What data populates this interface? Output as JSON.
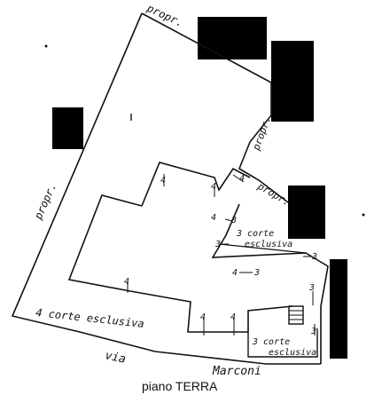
{
  "labels": {
    "propr_top": "propr.",
    "propr_left": "propr.",
    "propr_right_1": "propr.",
    "propr_right_2": "propr.",
    "corte_1": "4 corte esclusiva",
    "corte_2_line1": "3 corte",
    "corte_2_line2": "esclusiva",
    "corte_3_line1": "3 corte",
    "corte_3_line2": "esclusiva",
    "via": "via",
    "street": "Marconi",
    "caption": "piano TERRA"
  },
  "marks": {
    "n4a": "4",
    "n4b": "4",
    "n4c": "4",
    "n4d": "4",
    "n4e": "4",
    "n4f": "4",
    "n4g": "4",
    "n3a": "3",
    "n3b": "3",
    "n3c": "3",
    "n3d": "3",
    "n3e": "3",
    "n4h": "4"
  }
}
